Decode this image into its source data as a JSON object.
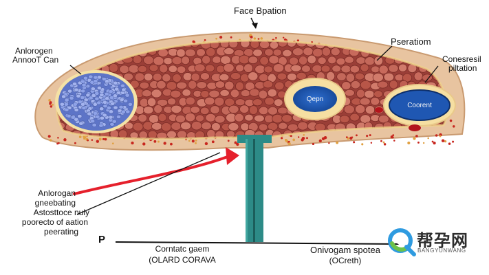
{
  "labels": {
    "top": "Face Bpation",
    "left_top_1": "Anlorogen",
    "left_top_2": "AnnooT Can",
    "right_1": "Pseratiom",
    "right_2_a": "Conesresil",
    "right_2_b": "piltation",
    "inner_left": "Qepn",
    "inner_right": "Coorent",
    "left_bottom_1": "Anlorogan",
    "left_bottom_2": "gneebating",
    "left_bottom_3": "Astosttoce nuly",
    "left_bottom_4": "poorecto of aation",
    "left_bottom_5": "peerating",
    "p_marker": "P",
    "bottom_center_1": "Corntatc gaem",
    "bottom_center_2": "(OLARD CORAVA",
    "bottom_right_1": "Onivogam spotea",
    "bottom_right_2": "(OCreth)"
  },
  "logo": {
    "name": "帮孕网",
    "subtitle": "BANGYUNWANG"
  },
  "colors": {
    "outer_layer": "#e8c4a0",
    "inner_tissue": "#a94f45",
    "cell_fill": "#c86a5c",
    "blue_cluster": "#7f95de",
    "vessel": "#2d8b87",
    "arrow": "#e5202c",
    "oval_blue": "#1f57b2",
    "oval_ring": "#f6dfa2"
  }
}
